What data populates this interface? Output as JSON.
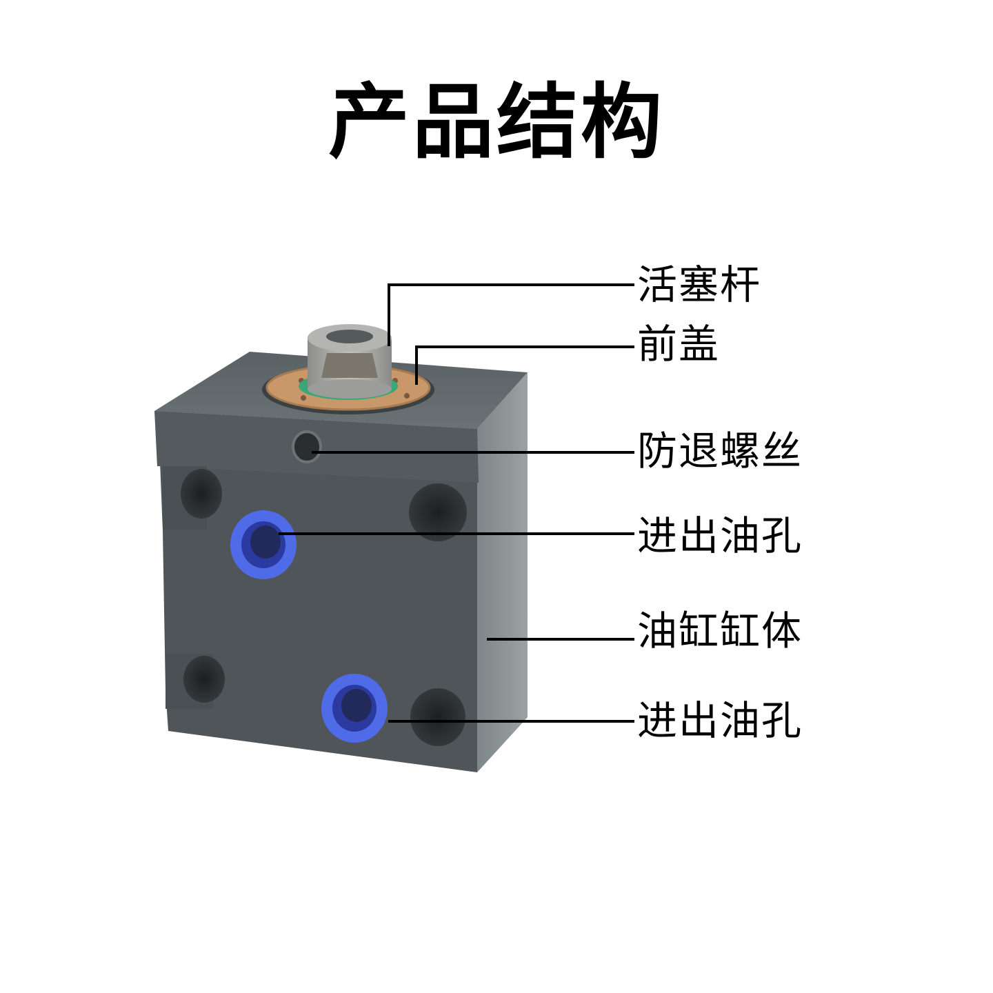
{
  "title": "产品结构",
  "colors": {
    "body_front": "#4f5558",
    "body_side": "#8e9698",
    "body_top": "#5e6568",
    "bronze_ring": "#c9986a",
    "rod": "#a9aaa7",
    "port_blue": "#4f6be8",
    "leader_line": "#000000"
  },
  "labels": [
    {
      "id": "piston-rod",
      "text": "活塞杆"
    },
    {
      "id": "front-cover",
      "text": "前盖"
    },
    {
      "id": "anti-loosening-screw",
      "text": "防退螺丝"
    },
    {
      "id": "oil-port-upper",
      "text": "进出油孔"
    },
    {
      "id": "cylinder-body",
      "text": "油缸缸体"
    },
    {
      "id": "oil-port-lower",
      "text": "进出油孔"
    }
  ]
}
